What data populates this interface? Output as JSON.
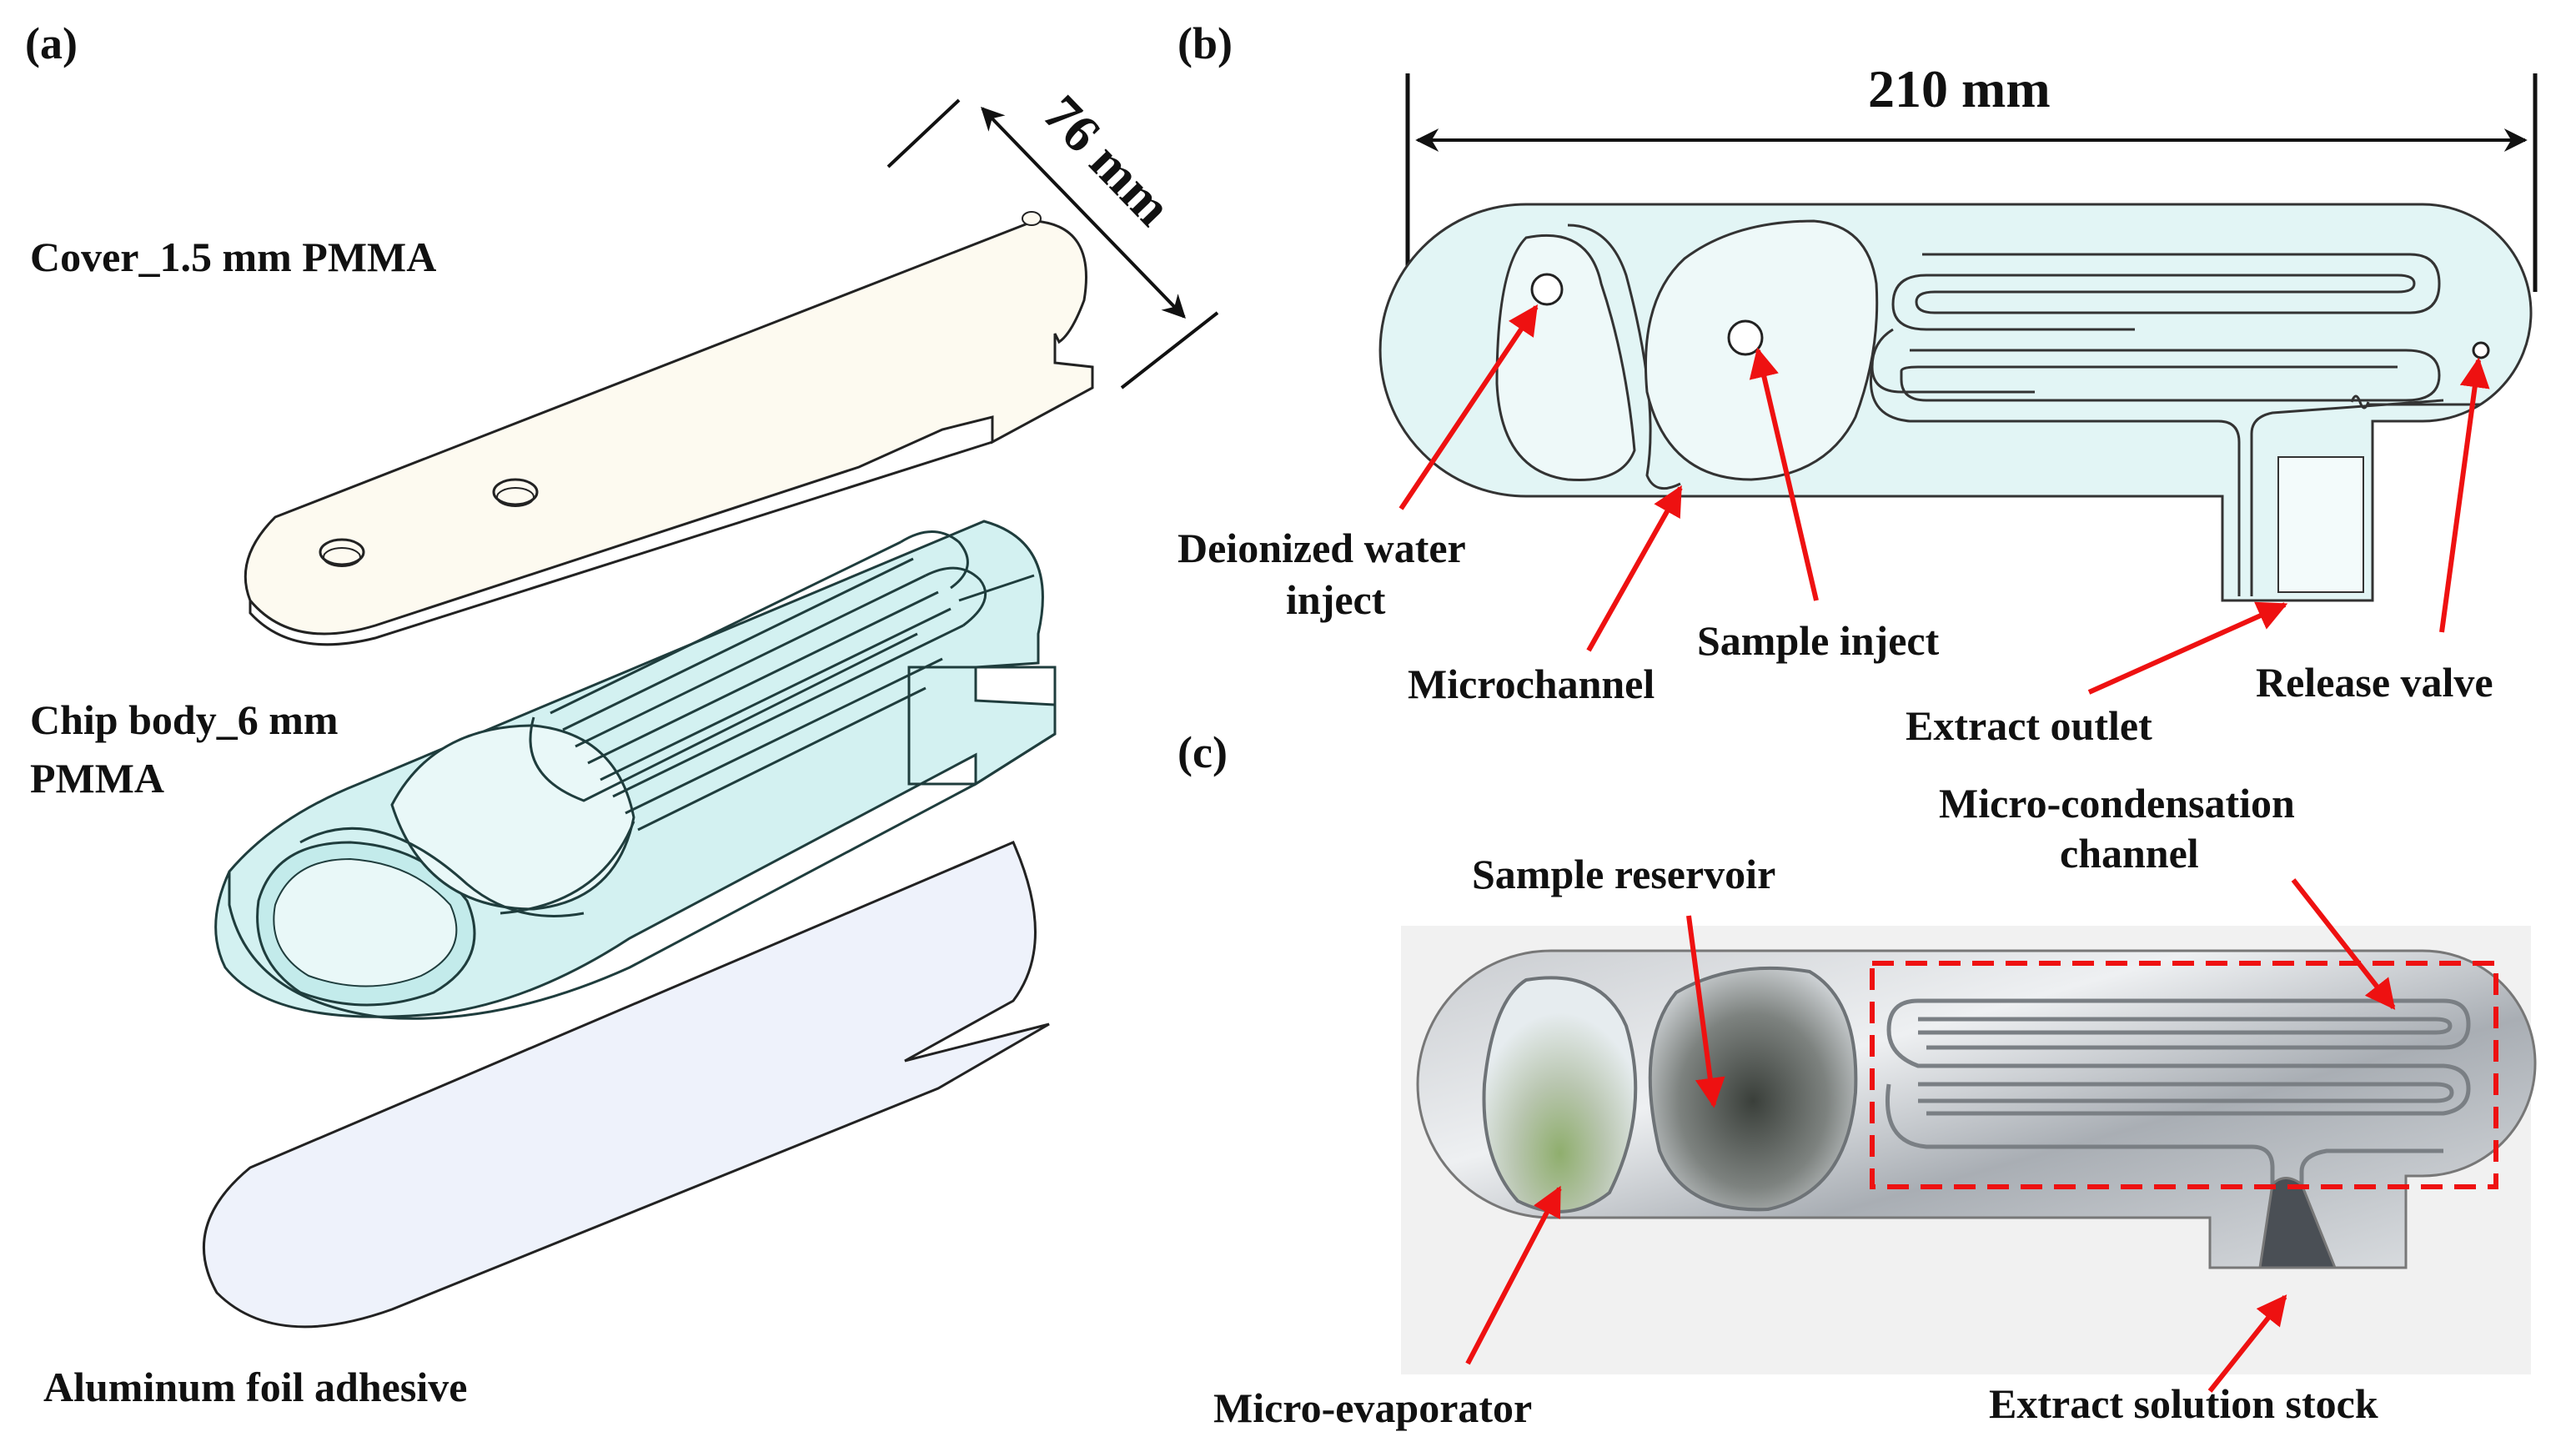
{
  "panel_a": {
    "tag": "(a)",
    "dimension": "76 mm",
    "layers": [
      {
        "label": "Cover_1.5 mm PMMA"
      },
      {
        "label_line1": "Chip body_6 mm",
        "label_line2": "PMMA"
      },
      {
        "label": "Aluminum foil adhesive"
      }
    ]
  },
  "panel_b": {
    "tag": "(b)",
    "dimension": "210 mm",
    "callouts": {
      "deionized_line1": "Deionized water",
      "deionized_line2": "inject",
      "sample_inject": "Sample inject",
      "microchannel": "Microchannel",
      "extract_outlet": "Extract outlet",
      "release_valve": "Release valve"
    }
  },
  "panel_c": {
    "tag": "(c)",
    "callouts": {
      "sample_reservoir": "Sample reservoir",
      "condensation_line1": "Micro-condensation",
      "condensation_line2": "channel",
      "micro_evaporator": "Micro-evaporator",
      "extract_stock": "Extract solution stock"
    }
  },
  "colors": {
    "arrow": "#ee1111",
    "cover_fill": "#fdfaf0",
    "body_fill": "#d3f1f1",
    "foil_fill": "#eef2fb",
    "chip_fill": "#e2f5f5",
    "dashed_box": "#ee1111"
  }
}
